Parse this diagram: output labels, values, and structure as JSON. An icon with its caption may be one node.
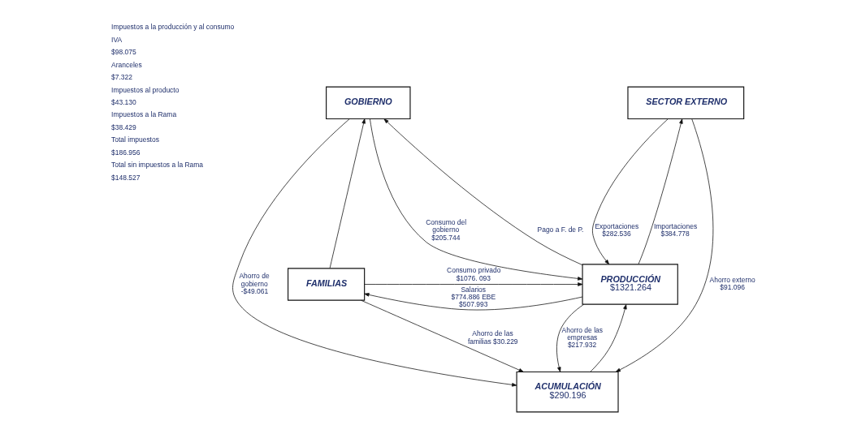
{
  "diagram": {
    "nodes": [
      {
        "text": [
          "GOBIERNO"
        ]
      },
      {
        "text": [
          "SECTOR EXTERNO"
        ]
      },
      {
        "text": [
          "FAMILIAS"
        ]
      },
      {
        "text": [
          "PRODUCCIÓN",
          "$1321.264"
        ]
      },
      {
        "text": [
          "ACUMULACIÓN",
          "$290.196"
        ]
      }
    ],
    "edges": [
      {
        "from": 0,
        "to": 3,
        "arrow": "to",
        "label": "Consumo del gobierno $205.744"
      },
      {
        "from": 3,
        "to": 0,
        "arrow": "to",
        "label": "Pago a F. de P."
      },
      {
        "from": 2,
        "to": 0,
        "arrow": "to"
      },
      {
        "from": 3,
        "to": 2,
        "arrow": "to",
        "label": "Salarios $774.886 EBE $507.993"
      },
      {
        "from": 2,
        "to": 3,
        "arrow": "to",
        "label": "Consumo privado $1076. 093"
      },
      {
        "from": 3,
        "to": 1,
        "arrow": "to",
        "label": "Importaciones $384.778"
      },
      {
        "from": 1,
        "to": 3,
        "arrow": "to",
        "label": "Exportaciones $282.536"
      },
      {
        "from": 0,
        "to": 4,
        "arrow": "to",
        "label": "Ahorro de gobierno -$49.061"
      },
      {
        "from": 2,
        "to": 4,
        "arrow": "to",
        "label": "Ahorro de las familias $30.229"
      },
      {
        "from": 3,
        "to": 4,
        "arrow": "to",
        "label": "Ahorro de las empresas $217.932"
      },
      {
        "from": 4,
        "to": 3,
        "arrow": "to"
      },
      {
        "from": 1,
        "to": 4,
        "arrow": "to",
        "label": "Ahorro externo $91.096"
      }
    ],
    "labels": [
      "Impuestos a la producción y al consumo",
      "IVA",
      "$98.075",
      "Aranceles",
      "$7.322",
      "Impuestos al producto",
      "$43.130",
      "Impuestos a la Rama",
      "$38.429",
      "Total impuestos",
      "$186.956",
      "Total sin impuestos a la Rama",
      "$148.527"
    ]
  }
}
